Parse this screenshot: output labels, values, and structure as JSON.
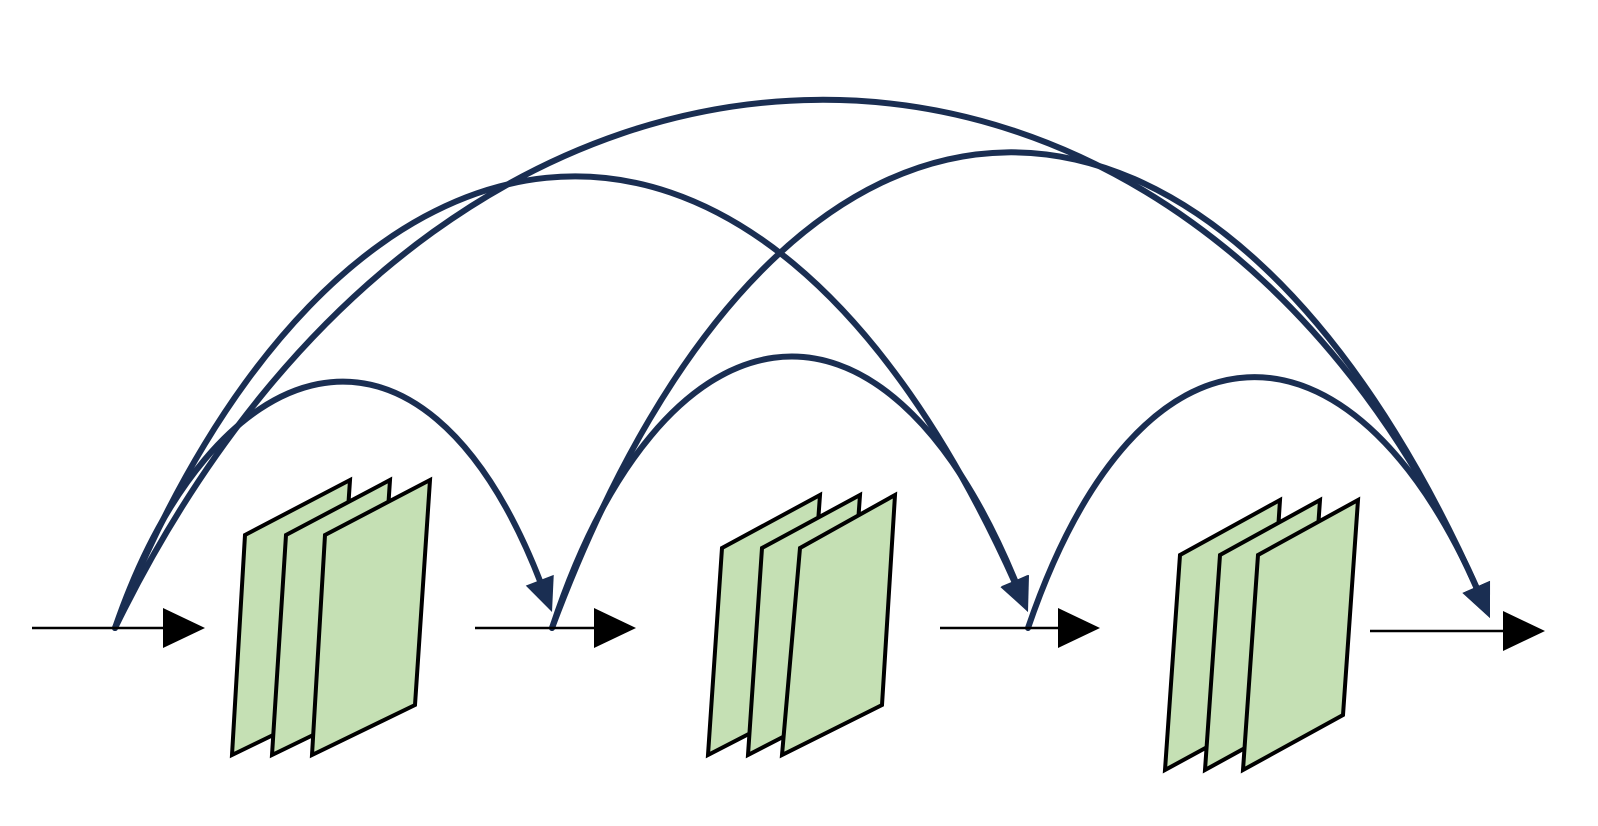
{
  "diagram": {
    "type": "dense-block-connectivity",
    "colors": {
      "plate_fill": "#c5e0b4",
      "plate_stroke": "#000000",
      "flow": "#000000",
      "arc": "#1a2e52"
    },
    "blocks": [
      {
        "id": "block-1",
        "layers": 3
      },
      {
        "id": "block-2",
        "layers": 3
      },
      {
        "id": "block-3",
        "layers": 3
      }
    ],
    "flow_points": [
      "p0",
      "p1",
      "p2",
      "p3"
    ],
    "connections": [
      {
        "from": "p0",
        "to": "p1"
      },
      {
        "from": "p0",
        "to": "p2"
      },
      {
        "from": "p0",
        "to": "p3"
      },
      {
        "from": "p1",
        "to": "p2"
      },
      {
        "from": "p1",
        "to": "p3"
      },
      {
        "from": "p2",
        "to": "p3"
      }
    ]
  }
}
